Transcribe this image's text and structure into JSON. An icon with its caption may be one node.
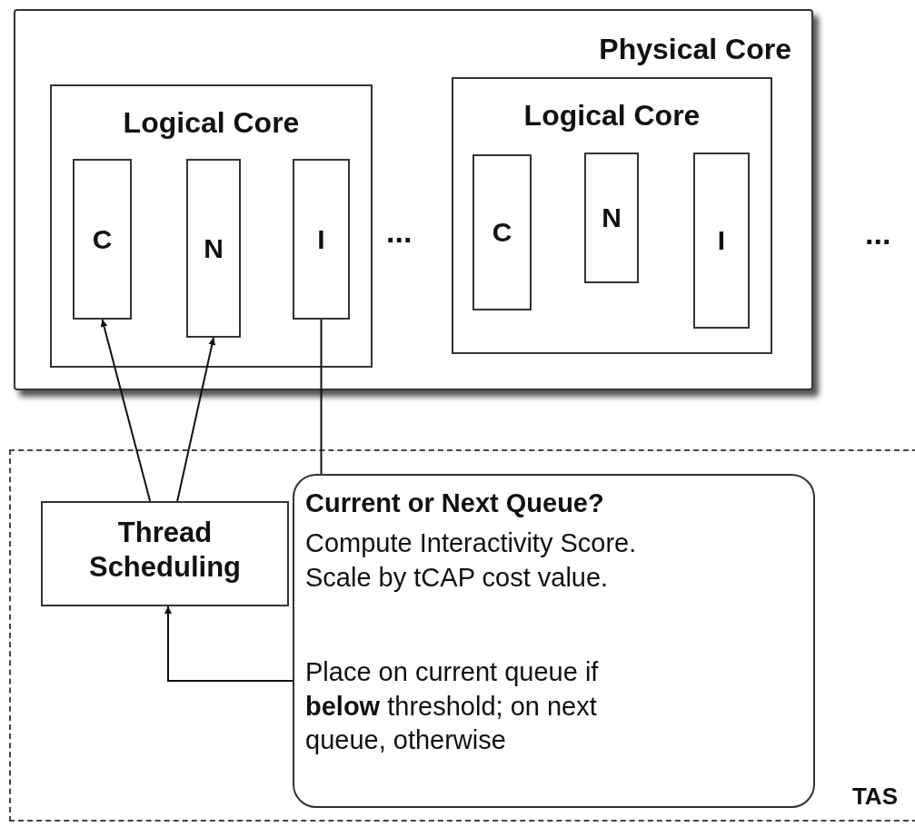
{
  "diagram": {
    "nodes": [
      {
        "text": [
          "Physical Core"
        ]
      },
      {
        "text": [
          "Logical Core"
        ],
        "in": 0
      },
      {
        "text": [
          "C"
        ],
        "in": 1
      },
      {
        "text": [
          "N"
        ],
        "in": 1
      },
      {
        "text": [
          "I"
        ],
        "in": 1
      },
      {
        "text": [
          "Logical Core"
        ],
        "in": 0
      },
      {
        "text": [
          "C"
        ],
        "in": 5
      },
      {
        "text": [
          "N"
        ],
        "in": 5
      },
      {
        "text": [
          "I"
        ],
        "in": 5
      },
      {
        "text": [
          "TAS"
        ]
      },
      {
        "text": [
          "Thread Scheduling"
        ],
        "in": 9
      },
      {
        "text": [
          "Current or Next Queue?",
          "Compute Interactivity Score. Scale by tCAP cost value.",
          "Place on current queue if **below** threshold; on next queue, otherwise"
        ],
        "in": 9
      }
    ],
    "edges": [
      {
        "from": 10,
        "to": 2,
        "arrow": "to"
      },
      {
        "from": 10,
        "to": 3,
        "arrow": "to"
      },
      {
        "from": 4,
        "to": 11,
        "arrow": "none"
      },
      {
        "from": 11,
        "to": 10,
        "arrow": "to"
      }
    ],
    "labels": [
      "...",
      "..."
    ]
  }
}
